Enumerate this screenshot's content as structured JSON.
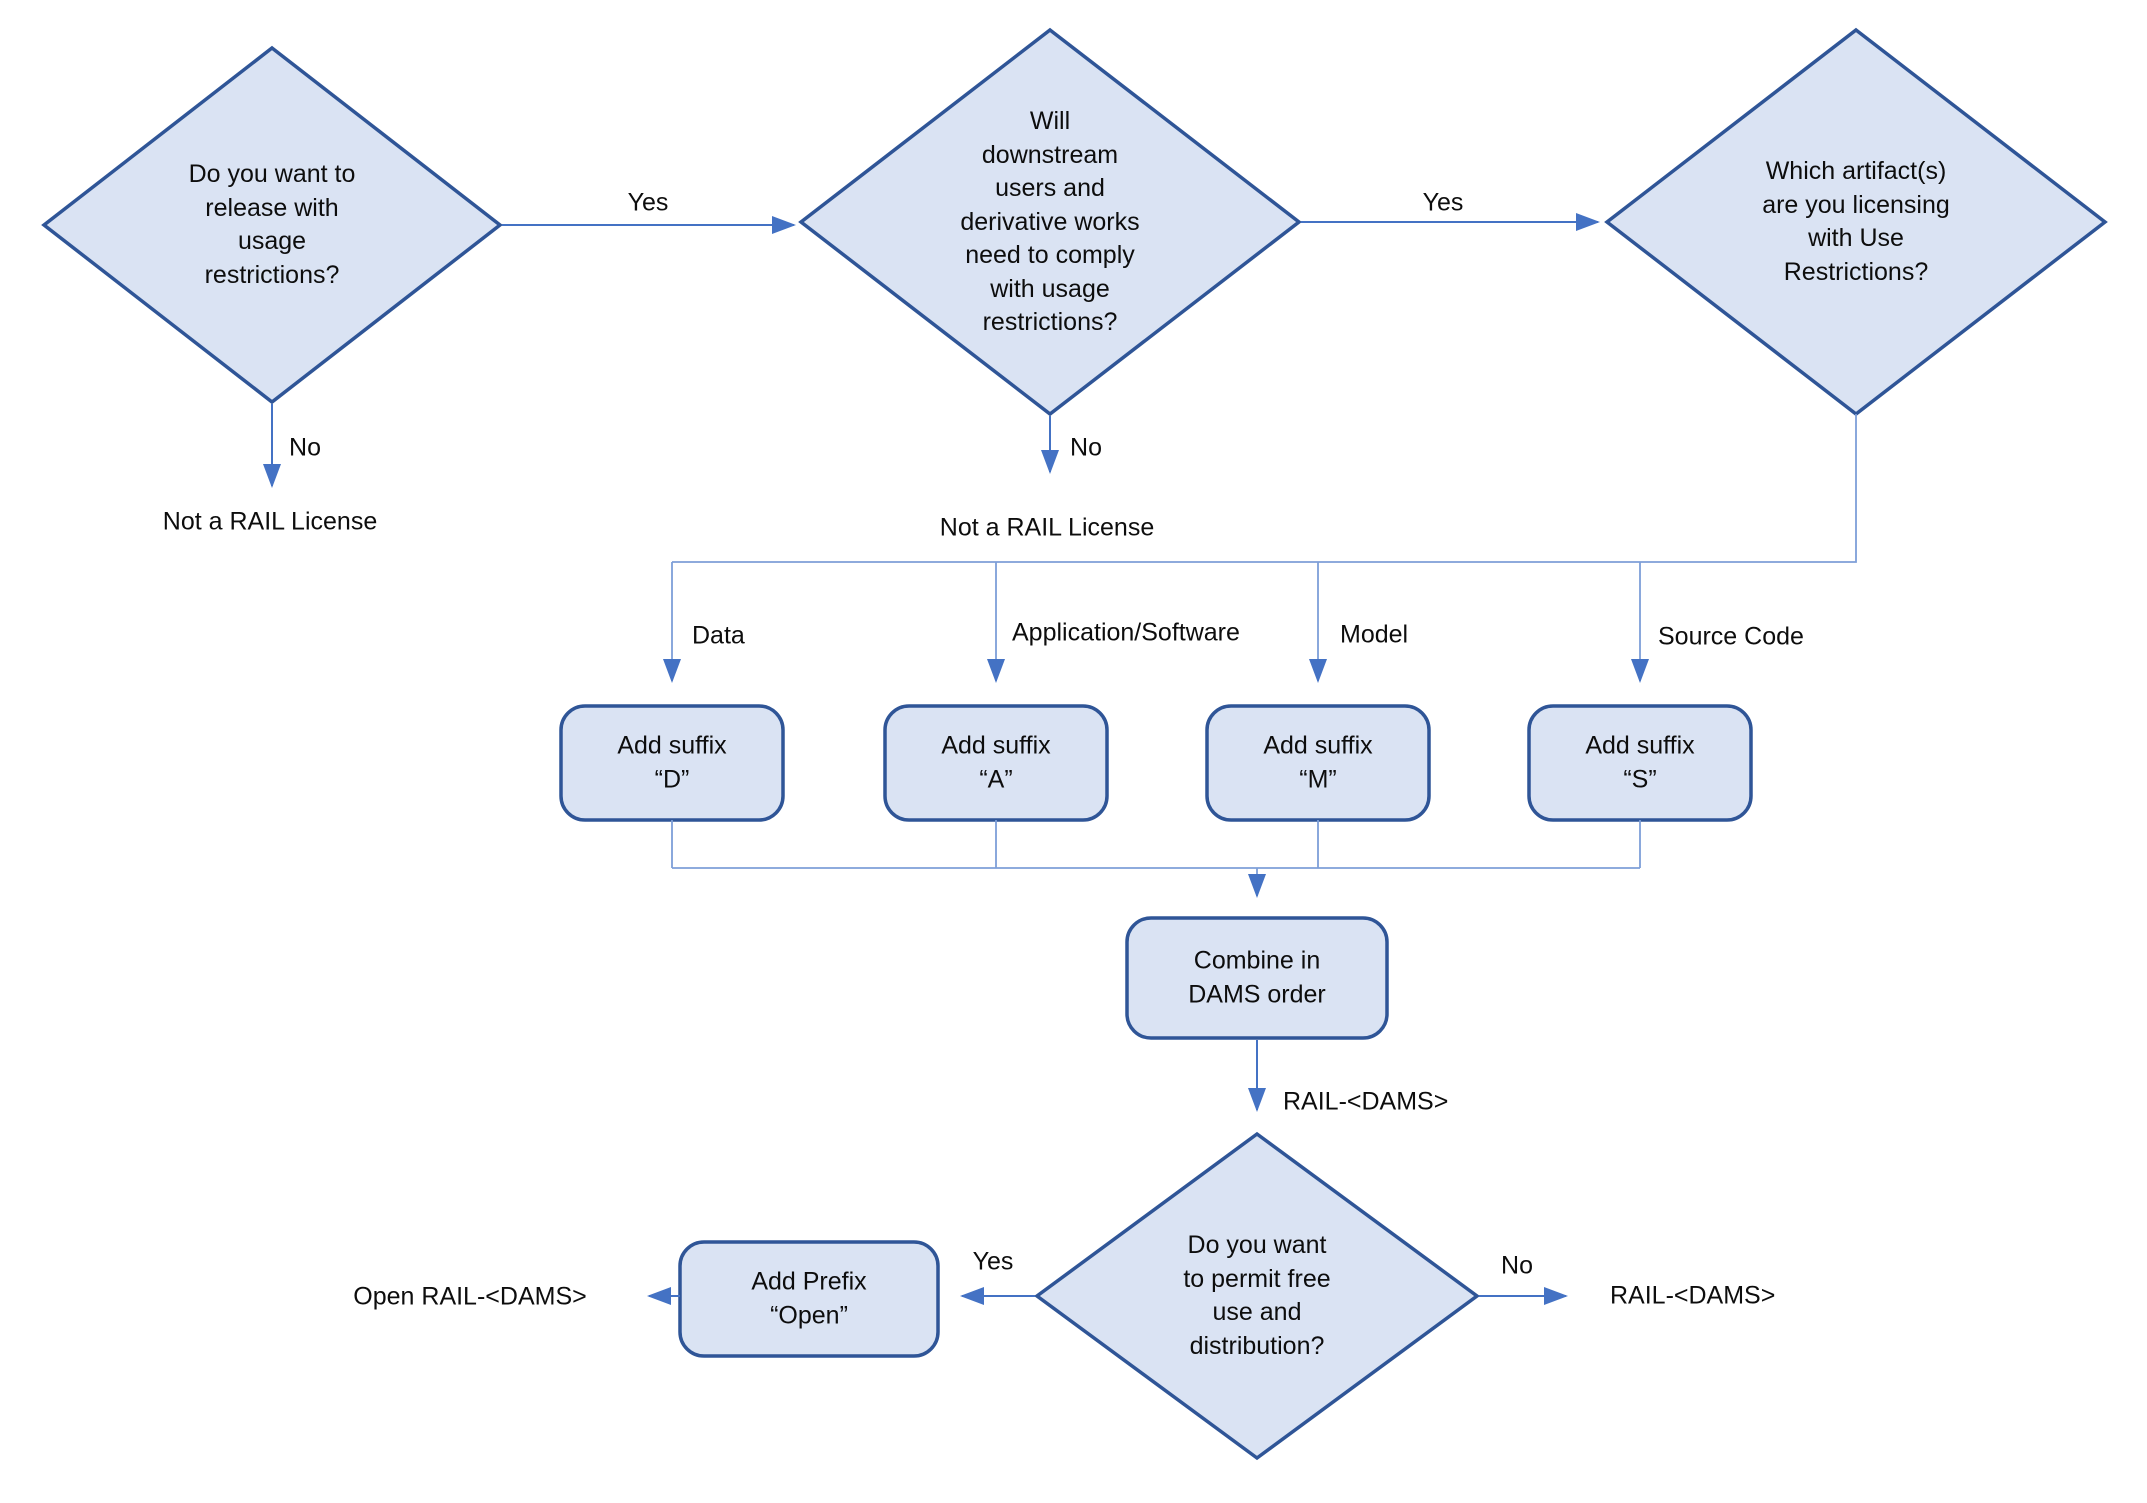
{
  "title": "RAIL license naming flowchart",
  "colors": {
    "shape_fill": "#dae3f3",
    "shape_border": "#2f5597",
    "connector": "#4472c4",
    "connector_light": "#7e9fd8",
    "text": "#0d0d0d",
    "background": "#ffffff"
  },
  "nodes": {
    "q_release": "Do you want to\nrelease with\nusage\nrestrictions?",
    "q_downstream": "Will\ndownstream\nusers and\nderivative works\nneed to comply\nwith usage\nrestrictions?",
    "q_artifact": "Which artifact(s)\nare you licensing\nwith Use\nRestrictions?",
    "suffix_d": "Add suffix\n“D”",
    "suffix_a": "Add suffix\n“A”",
    "suffix_m": "Add suffix\n“M”",
    "suffix_s": "Add suffix\n“S”",
    "combine": "Combine in\nDAMS order",
    "q_free": "Do you want\nto permit free\nuse and\ndistribution?",
    "add_prefix": "Add Prefix\n“Open”"
  },
  "edge_labels": {
    "yes_release": "Yes",
    "yes_downstream": "Yes",
    "no_release": "No",
    "no_downstream": "No",
    "branch_data": "Data",
    "branch_application": "Application/Software",
    "branch_model": "Model",
    "branch_source_code": "Source Code",
    "rail_dams": "RAIL-<DAMS>",
    "yes_free": "Yes",
    "no_free": "No"
  },
  "terminals": {
    "not_rail_1": "Not a RAIL License",
    "not_rail_2": "Not a RAIL License",
    "open_rail_dams": "Open RAIL-<DAMS>",
    "rail_dams": "RAIL-<DAMS>"
  }
}
